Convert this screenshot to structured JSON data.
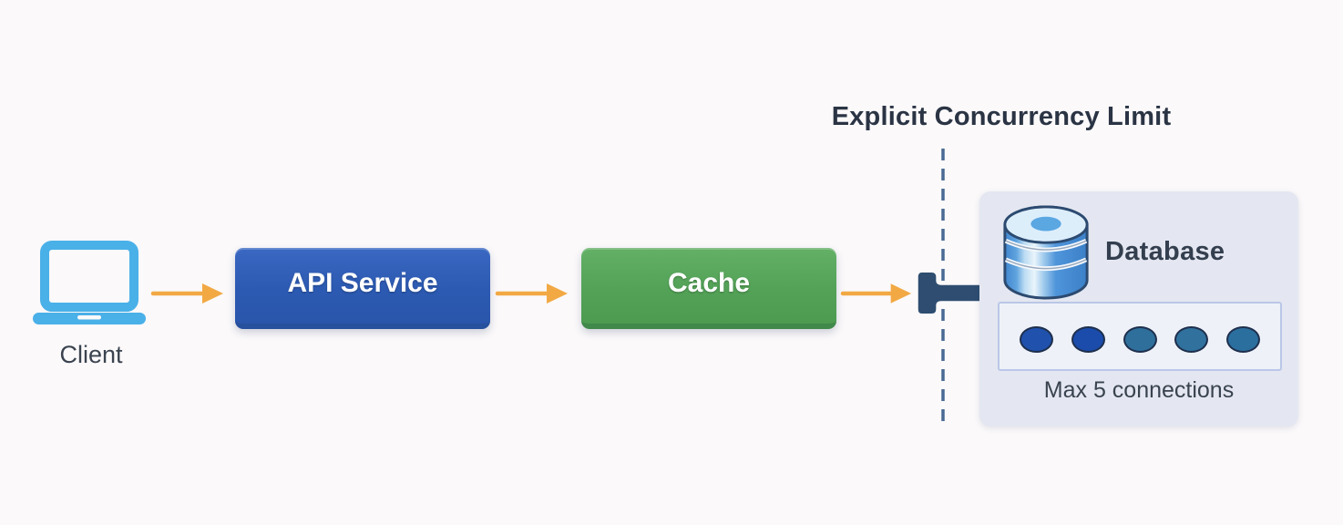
{
  "title": {
    "text": "Explicit Concurrency Limit",
    "color": "#2a3444"
  },
  "client": {
    "label": "Client",
    "icon": "laptop-icon",
    "icon_color": "#4ab0e8"
  },
  "api_service": {
    "label": "API Service",
    "fill": "#2c5ab2",
    "edge": "#27509d",
    "text_color": "#ffffff"
  },
  "cache": {
    "label": "Cache",
    "fill": "#53a257",
    "edge": "#41894a",
    "text_color": "#ffffff"
  },
  "flow_arrows": {
    "icon": "arrow-right-icon",
    "color": "#f2a944",
    "count": 3
  },
  "concurrency_limit": {
    "divider_icon": "dashed-divider-line",
    "divider_color": "#4a6a94",
    "valve_icon": "throttle-valve-icon",
    "valve_color": "#2e4d70"
  },
  "database_panel": {
    "background": "#e4e7f1",
    "label": "Database",
    "icon": "database-cylinder-icon",
    "icon_colors": {
      "body": "#4a90d8",
      "top": "#ddeefb",
      "hole": "#5aa7e2",
      "outline": "#2c4a70"
    },
    "pool": {
      "caption": "Max 5 connections",
      "max_connections": 5,
      "box_fill": "#eef1f8",
      "box_border": "#bac7e7",
      "dot_outline": "#1e2f4d",
      "dots": [
        "#1f51ad",
        "#1b4cac",
        "#2f6f9c",
        "#30719e",
        "#2b6f9f"
      ]
    }
  }
}
